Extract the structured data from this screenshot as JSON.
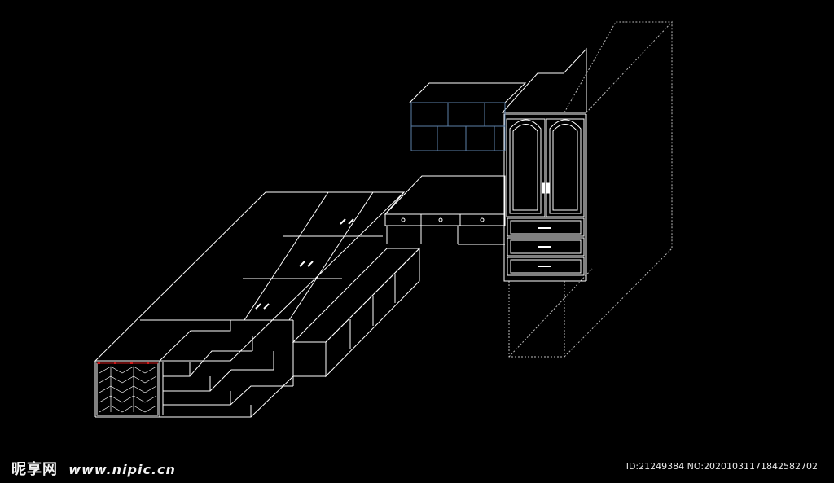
{
  "watermark": {
    "site_name": "昵享网",
    "site_url": "www.nipic.cn",
    "image_id": "ID:21249384 NO:20201031171842582702"
  },
  "colors": {
    "background": "#000000",
    "line": "#ffffff",
    "dashed": "#bbbbbb",
    "cabinet_blue": "#5b7fa8",
    "accent_red": "#d01818"
  }
}
